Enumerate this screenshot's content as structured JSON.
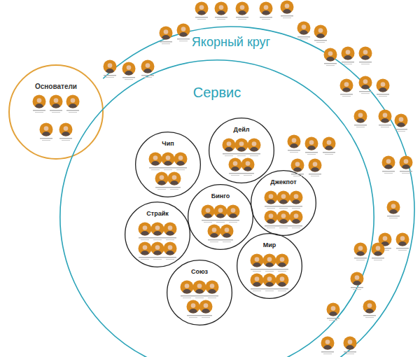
{
  "diagram": {
    "nodes": [
      {
        "text": [
          "Основатели"
        ]
      },
      {
        "text": [
          "Якорный круг"
        ]
      },
      {
        "text": [
          "Сервис"
        ],
        "in": 1
      },
      {
        "text": [
          "Чип"
        ],
        "in": 2
      },
      {
        "text": [
          "Дейл"
        ],
        "in": 2
      },
      {
        "text": [
          "Бинго"
        ],
        "in": 2
      },
      {
        "text": [
          "Джекпот"
        ],
        "in": 2
      },
      {
        "text": [
          "Страйк"
        ],
        "in": 2
      },
      {
        "text": [
          "Мир"
        ],
        "in": 2
      },
      {
        "text": [
          "Союз"
        ],
        "in": 2
      }
    ]
  }
}
